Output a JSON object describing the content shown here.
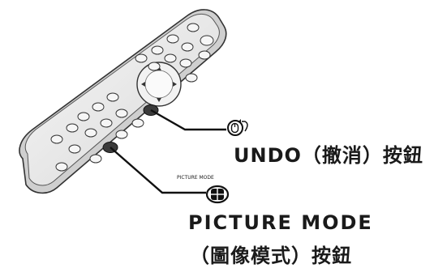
{
  "labels": {
    "undo": "UNDO（撤消）按鈕",
    "picture_mode_small": "PICTURE MODE",
    "picture_mode": "PICTURE MODE",
    "picture_mode_sub": "（圖像模式）按鈕"
  },
  "icons": {
    "undo_button": "mouse-undo-icon",
    "picture_mode_button": "picture-mode-icon"
  },
  "colors": {
    "remote_body": "#ebebeb",
    "remote_outline": "#333333",
    "button_fill": "#f4f4f4",
    "button_dark": "#3a3a3a",
    "label_text": "#1a1a1a"
  }
}
